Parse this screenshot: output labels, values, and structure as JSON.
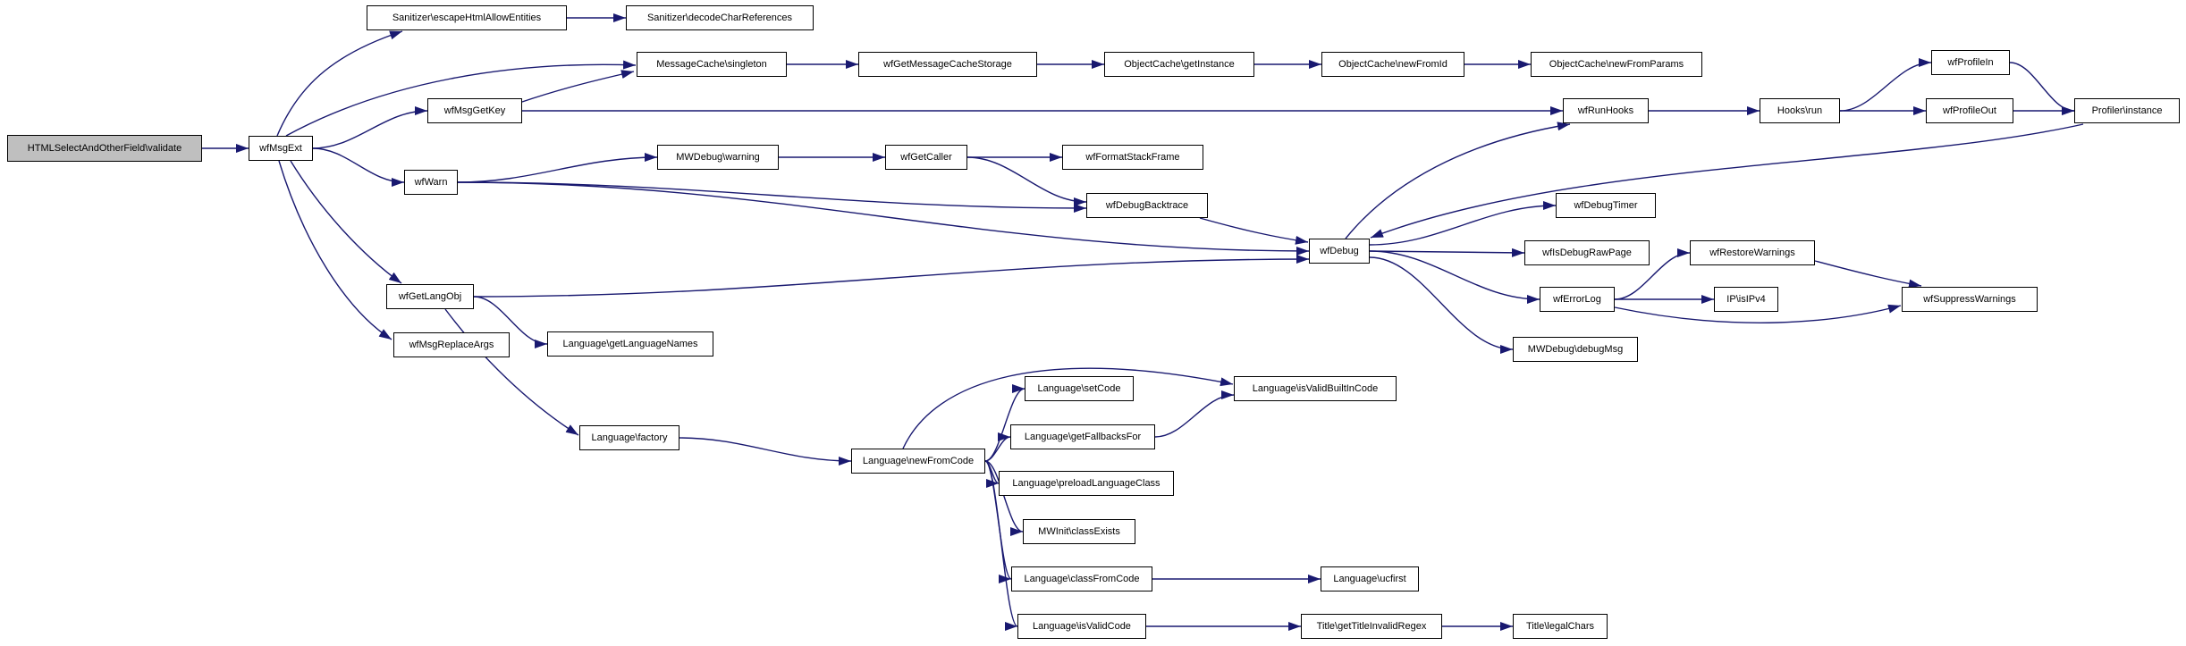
{
  "graph": {
    "type": "call-graph",
    "edge_color": "#191970",
    "node_border_color": "#000000",
    "node_fill_color": "#ffffff",
    "root_fill_color": "#bfbfbf",
    "root_label": "HTMLSelectAndOtherField\\validate",
    "nodes": [
      {
        "id": "validate",
        "label": "HTMLSelectAndOtherField\\validate",
        "is_root": true
      },
      {
        "id": "wfMsgExt",
        "label": "wfMsgExt"
      },
      {
        "id": "sanitizer_escape",
        "label": "Sanitizer\\escapeHtmlAllowEntities"
      },
      {
        "id": "sanitizer_decode",
        "label": "Sanitizer\\decodeCharReferences"
      },
      {
        "id": "messagecache_singleton",
        "label": "MessageCache\\singleton"
      },
      {
        "id": "wfGetMessageCacheStorage",
        "label": "wfGetMessageCacheStorage"
      },
      {
        "id": "objectcache_getInstance",
        "label": "ObjectCache\\getInstance"
      },
      {
        "id": "objectcache_newFromId",
        "label": "ObjectCache\\newFromId"
      },
      {
        "id": "objectcache_newFromParams",
        "label": "ObjectCache\\newFromParams"
      },
      {
        "id": "wfMsgGetKey",
        "label": "wfMsgGetKey"
      },
      {
        "id": "wfRunHooks",
        "label": "wfRunHooks"
      },
      {
        "id": "hooks_run",
        "label": "Hooks\\run"
      },
      {
        "id": "wfProfileIn",
        "label": "wfProfileIn"
      },
      {
        "id": "wfProfileOut",
        "label": "wfProfileOut"
      },
      {
        "id": "profiler_instance",
        "label": "Profiler\\instance"
      },
      {
        "id": "wfWarn",
        "label": "wfWarn"
      },
      {
        "id": "mwdebug_warning",
        "label": "MWDebug\\warning"
      },
      {
        "id": "wfGetCaller",
        "label": "wfGetCaller"
      },
      {
        "id": "wfFormatStackFrame",
        "label": "wfFormatStackFrame"
      },
      {
        "id": "wfDebugBacktrace",
        "label": "wfDebugBacktrace"
      },
      {
        "id": "wfDebug",
        "label": "wfDebug"
      },
      {
        "id": "wfDebugTimer",
        "label": "wfDebugTimer"
      },
      {
        "id": "wfIsDebugRawPage",
        "label": "wfIsDebugRawPage"
      },
      {
        "id": "wfErrorLog",
        "label": "wfErrorLog"
      },
      {
        "id": "mwdebug_debugMsg",
        "label": "MWDebug\\debugMsg"
      },
      {
        "id": "wfRestoreWarnings",
        "label": "wfRestoreWarnings"
      },
      {
        "id": "ip_isIPv4",
        "label": "IP\\isIPv4"
      },
      {
        "id": "wfSuppressWarnings",
        "label": "wfSuppressWarnings"
      },
      {
        "id": "wfGetLangObj",
        "label": "wfGetLangObj"
      },
      {
        "id": "wfMsgReplaceArgs",
        "label": "wfMsgReplaceArgs"
      },
      {
        "id": "language_getLanguageNames",
        "label": "Language\\getLanguageNames"
      },
      {
        "id": "language_factory",
        "label": "Language\\factory"
      },
      {
        "id": "language_newFromCode",
        "label": "Language\\newFromCode"
      },
      {
        "id": "language_setCode",
        "label": "Language\\setCode"
      },
      {
        "id": "language_isValidBuiltInCode",
        "label": "Language\\isValidBuiltInCode"
      },
      {
        "id": "language_getFallbacksFor",
        "label": "Language\\getFallbacksFor"
      },
      {
        "id": "language_preloadLanguageClass",
        "label": "Language\\preloadLanguageClass"
      },
      {
        "id": "mwinit_classExists",
        "label": "MWInit\\classExists"
      },
      {
        "id": "language_classFromCode",
        "label": "Language\\classFromCode"
      },
      {
        "id": "language_ucfirst",
        "label": "Language\\ucfirst"
      },
      {
        "id": "language_isValidCode",
        "label": "Language\\isValidCode"
      },
      {
        "id": "title_getTitleInvalidRegex",
        "label": "Title\\getTitleInvalidRegex"
      },
      {
        "id": "title_legalChars",
        "label": "Title\\legalChars"
      }
    ],
    "edges": [
      {
        "from": "validate",
        "to": "wfMsgExt"
      },
      {
        "from": "wfMsgExt",
        "to": "sanitizer_escape"
      },
      {
        "from": "sanitizer_escape",
        "to": "sanitizer_decode"
      },
      {
        "from": "wfMsgExt",
        "to": "messagecache_singleton"
      },
      {
        "from": "wfMsgExt",
        "to": "wfMsgGetKey"
      },
      {
        "from": "wfMsgExt",
        "to": "wfWarn"
      },
      {
        "from": "wfMsgExt",
        "to": "wfGetLangObj"
      },
      {
        "from": "wfMsgExt",
        "to": "wfMsgReplaceArgs"
      },
      {
        "from": "messagecache_singleton",
        "to": "wfGetMessageCacheStorage"
      },
      {
        "from": "wfGetMessageCacheStorage",
        "to": "objectcache_getInstance"
      },
      {
        "from": "objectcache_getInstance",
        "to": "objectcache_newFromId"
      },
      {
        "from": "objectcache_newFromId",
        "to": "objectcache_newFromParams"
      },
      {
        "from": "wfMsgGetKey",
        "to": "messagecache_singleton"
      },
      {
        "from": "wfMsgGetKey",
        "to": "wfRunHooks"
      },
      {
        "from": "wfRunHooks",
        "to": "hooks_run"
      },
      {
        "from": "hooks_run",
        "to": "wfProfileIn"
      },
      {
        "from": "hooks_run",
        "to": "wfProfileOut"
      },
      {
        "from": "wfProfileIn",
        "to": "profiler_instance"
      },
      {
        "from": "wfProfileOut",
        "to": "profiler_instance"
      },
      {
        "from": "wfWarn",
        "to": "mwdebug_warning"
      },
      {
        "from": "wfWarn",
        "to": "wfDebugBacktrace"
      },
      {
        "from": "wfWarn",
        "to": "wfDebug"
      },
      {
        "from": "mwdebug_warning",
        "to": "wfGetCaller"
      },
      {
        "from": "wfGetCaller",
        "to": "wfFormatStackFrame"
      },
      {
        "from": "wfGetCaller",
        "to": "wfDebugBacktrace"
      },
      {
        "from": "wfDebugBacktrace",
        "to": "wfDebug"
      },
      {
        "from": "wfGetLangObj",
        "to": "wfDebug"
      },
      {
        "from": "wfGetLangObj",
        "to": "language_getLanguageNames"
      },
      {
        "from": "wfGetLangObj",
        "to": "language_factory"
      },
      {
        "from": "language_factory",
        "to": "language_newFromCode"
      },
      {
        "from": "language_newFromCode",
        "to": "language_isValidBuiltInCode"
      },
      {
        "from": "language_newFromCode",
        "to": "language_setCode"
      },
      {
        "from": "language_newFromCode",
        "to": "language_getFallbacksFor"
      },
      {
        "from": "language_newFromCode",
        "to": "language_preloadLanguageClass"
      },
      {
        "from": "language_newFromCode",
        "to": "mwinit_classExists"
      },
      {
        "from": "language_newFromCode",
        "to": "language_classFromCode"
      },
      {
        "from": "language_newFromCode",
        "to": "language_isValidCode"
      },
      {
        "from": "language_getFallbacksFor",
        "to": "language_isValidBuiltInCode"
      },
      {
        "from": "language_classFromCode",
        "to": "language_ucfirst"
      },
      {
        "from": "language_isValidCode",
        "to": "title_getTitleInvalidRegex"
      },
      {
        "from": "title_getTitleInvalidRegex",
        "to": "title_legalChars"
      },
      {
        "from": "wfDebug",
        "to": "wfRunHooks"
      },
      {
        "from": "wfDebug",
        "to": "wfDebugTimer"
      },
      {
        "from": "wfDebug",
        "to": "wfIsDebugRawPage"
      },
      {
        "from": "wfDebug",
        "to": "wfErrorLog"
      },
      {
        "from": "wfDebug",
        "to": "mwdebug_debugMsg"
      },
      {
        "from": "profiler_instance",
        "to": "wfDebug"
      },
      {
        "from": "wfErrorLog",
        "to": "wfRestoreWarnings"
      },
      {
        "from": "wfErrorLog",
        "to": "ip_isIPv4"
      },
      {
        "from": "wfErrorLog",
        "to": "wfSuppressWarnings"
      },
      {
        "from": "wfRestoreWarnings",
        "to": "wfSuppressWarnings"
      }
    ]
  }
}
